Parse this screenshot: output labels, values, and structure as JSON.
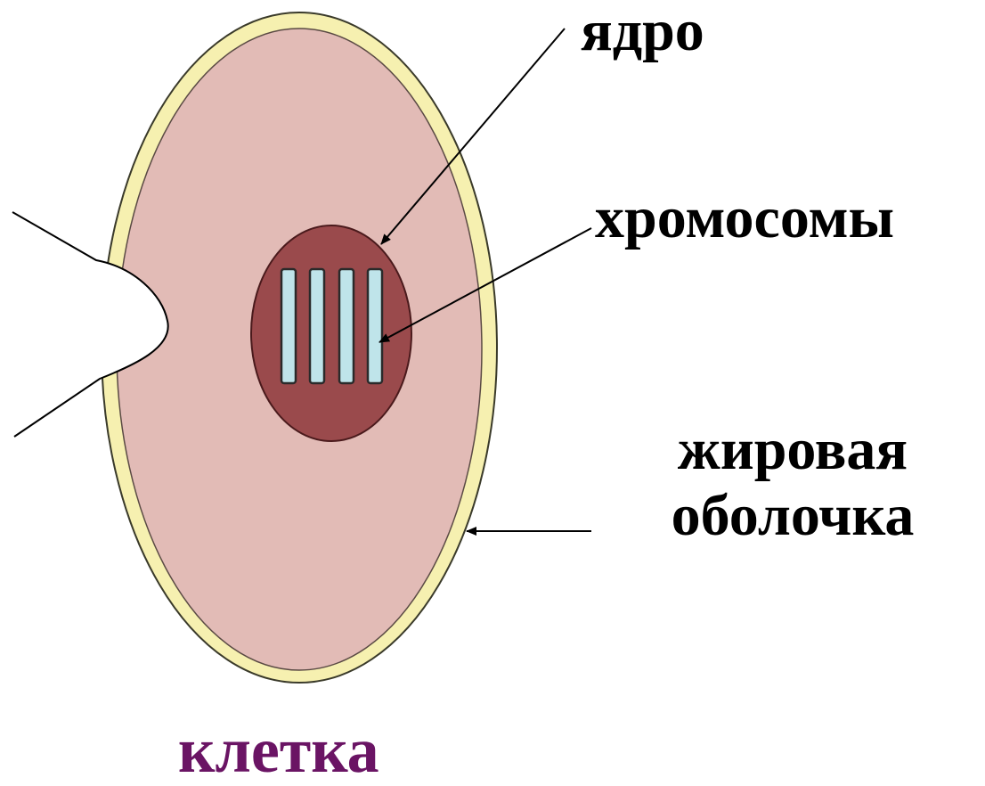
{
  "diagram": {
    "labels": {
      "nucleus": "ядро",
      "chromosomes": "хромосомы",
      "membrane": "жировая оболочка",
      "cell": "клетка"
    }
  },
  "colors": {
    "membrane": "#f6f0b0",
    "cytoplasm": "#e2bbb6",
    "nucleus": "#9a4a4c",
    "chromosome": "#bfe4ea",
    "cell_caption": "#6a1464",
    "text": "#000000"
  }
}
